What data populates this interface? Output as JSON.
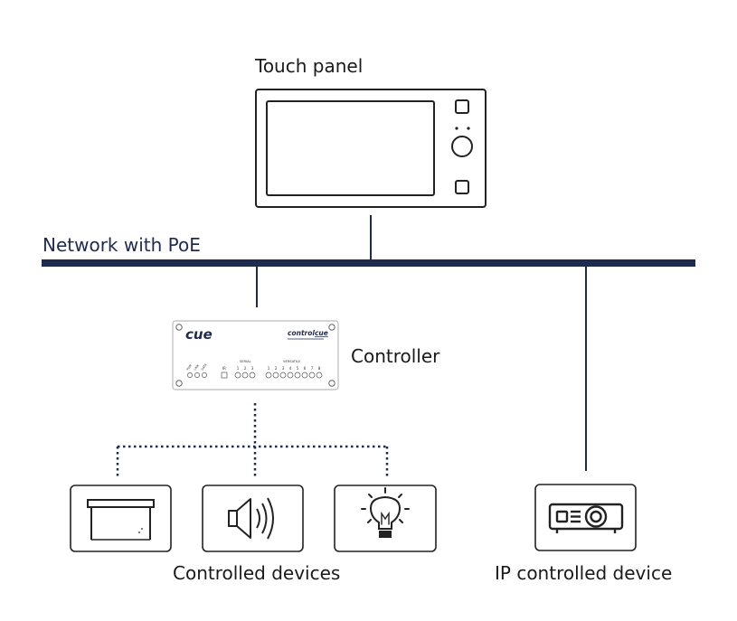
{
  "labels": {
    "touch_panel": "Touch panel",
    "network": "Network with PoE",
    "controller": "Controller",
    "controlled_devices": "Controlled devices",
    "ip_device": "IP controlled device"
  },
  "controller_box": {
    "logo": "cue",
    "brand": "control",
    "brand_suffix": "cue",
    "serial_title": "SERIAL",
    "io_title": "VERSATILE",
    "ir_label": "IR",
    "serial_ports": [
      "1",
      "2",
      "3"
    ],
    "io_ports": [
      "1",
      "2",
      "3",
      "4",
      "5",
      "6",
      "7",
      "8"
    ],
    "status_leds": [
      "PWR",
      "LINK",
      "DATA"
    ]
  },
  "icons": {
    "touch_panel": "touch-panel-icon",
    "controller": "controller-device-icon",
    "screen": "projection-screen-icon",
    "speaker": "speaker-icon",
    "bulb": "light-bulb-icon",
    "projector": "projector-icon"
  },
  "colors": {
    "network": "#1f2a4f",
    "network_label": "#1f2a4f",
    "outline": "#222222",
    "text": "#1a1a1a",
    "dotted": "#1f2a4f"
  }
}
